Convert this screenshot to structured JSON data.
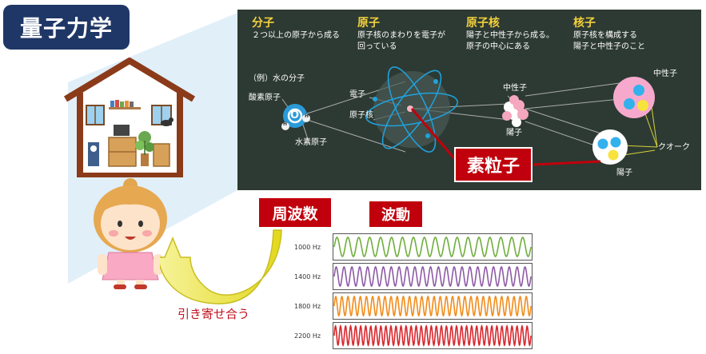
{
  "title": "量子力学",
  "board": {
    "headers": [
      {
        "title": "分子",
        "lines": [
          "２つ以上の原子から成る"
        ]
      },
      {
        "title": "原子",
        "lines": [
          "原子核のまわりを電子が",
          "回っている"
        ]
      },
      {
        "title": "原子核",
        "lines": [
          "陽子と中性子から成る。",
          "原子の中心にある"
        ]
      },
      {
        "title": "核子",
        "lines": [
          "原子核を構成する",
          "陽子と中性子のこと"
        ]
      }
    ],
    "labels": {
      "example": "（例）水の分子",
      "oxygen": "酸素原子",
      "hydrogen": "水素原子",
      "electron": "電子",
      "nucleus": "原子核",
      "neutron": "中性子",
      "proton": "陽子",
      "neutron2": "中性子",
      "quark": "クオーク",
      "proton2": "陽子",
      "o_symbol": "O",
      "h_symbol": "H"
    }
  },
  "elementary": "素粒子",
  "frequency": "周波数",
  "wave": "波動",
  "waves": [
    {
      "label": "1000 Hz",
      "color": "#6fae3c",
      "cycles": 18
    },
    {
      "label": "1400 Hz",
      "color": "#8e5aa6",
      "cycles": 25
    },
    {
      "label": "1800 Hz",
      "color": "#f28c1b",
      "cycles": 32
    },
    {
      "label": "2200 Hz",
      "color": "#d8272d",
      "cycles": 39
    }
  ],
  "attract": "引き寄せ合う",
  "colors": {
    "navy": "#1f3766",
    "board": "#2d3a33",
    "accent_red": "#c0000c",
    "yellow": "#f4d23c"
  }
}
